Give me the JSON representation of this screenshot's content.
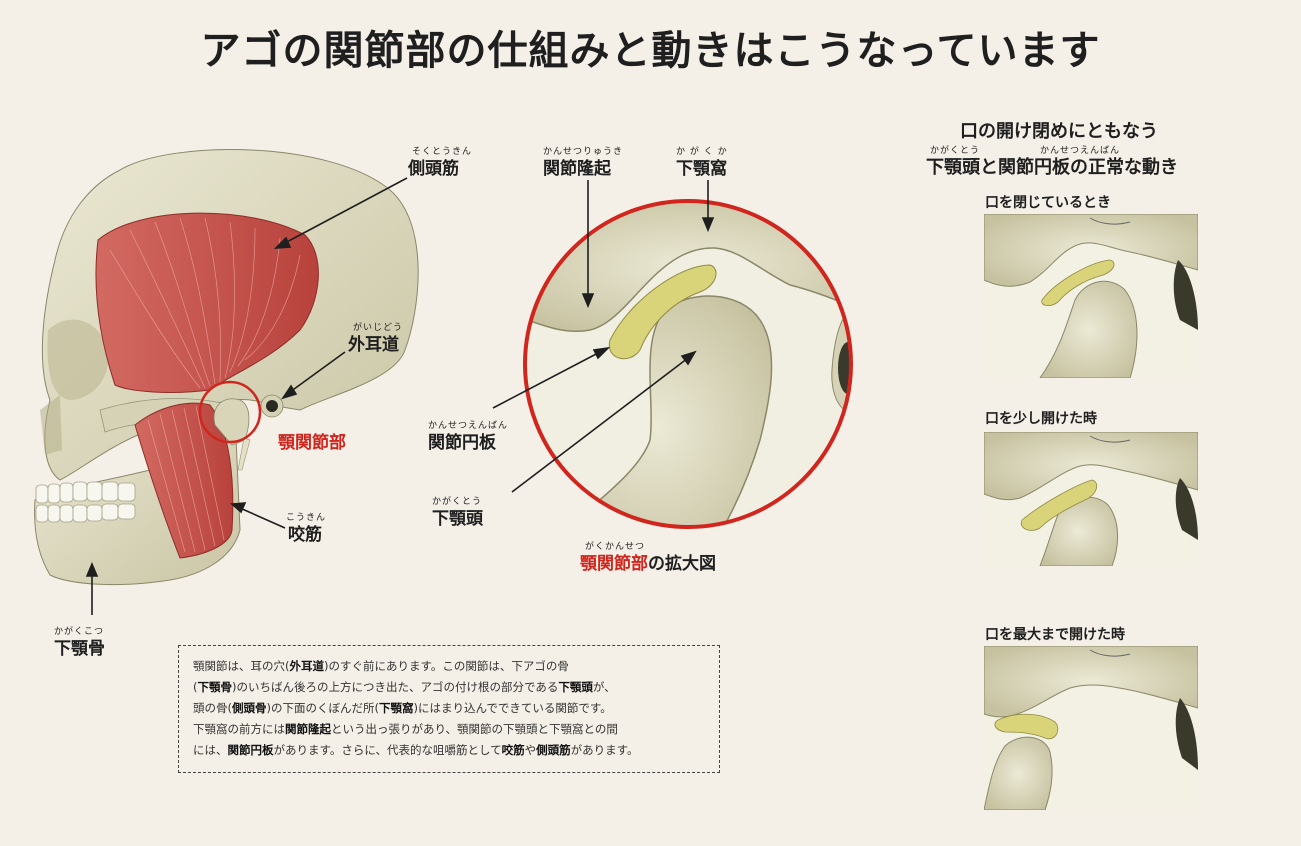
{
  "title": "アゴの関節部の仕組みと動きはこうなっています",
  "skull": {
    "temporal_muscle": {
      "ruby": "そくとうきん",
      "label": "側頭筋"
    },
    "ear_canal": {
      "ruby": "がいじどう",
      "label": "外耳道"
    },
    "tmj": {
      "label": "顎関節部"
    },
    "masseter": {
      "ruby": "こうきん",
      "label": "咬筋"
    },
    "mandible": {
      "ruby": "かがくこつ",
      "label": "下顎骨"
    }
  },
  "enlarged": {
    "eminence": {
      "ruby": "かんせつりゅうき",
      "label": "関節隆起"
    },
    "fossa": {
      "ruby": "か が く か",
      "label": "下顎窩"
    },
    "disc": {
      "ruby": "かんせつえんばん",
      "label": "関節円板"
    },
    "condyle": {
      "ruby": "かがくとう",
      "label": "下顎頭"
    },
    "caption_ruby": "がくかんせつ",
    "caption_red": "顎関節部",
    "caption_rest": "の拡大図"
  },
  "movement": {
    "title_line1": "口の開け閉めにともなう",
    "title_ruby1": "かがくとう",
    "title_ruby2": "かんせつえんばん",
    "title_line2": "下顎頭と関節円板の正常な動き",
    "panels": [
      {
        "caption": "口を閉じているとき"
      },
      {
        "caption": "口を少し開けた時"
      },
      {
        "caption": "口を最大まで開けた時"
      }
    ]
  },
  "info": {
    "line1_a": "顎関節は、耳の穴(",
    "line1_b": "外耳道",
    "line1_c": ")のすぐ前にあります。この関節は、下アゴの骨",
    "line2_a": "(",
    "line2_b": "下顎骨",
    "line2_c": ")のいちばん後ろの上方につき出た、アゴの付け根の部分である",
    "line2_d": "下顎頭",
    "line2_e": "が、",
    "line3_a": "頭の骨(",
    "line3_b": "側頭骨",
    "line3_c": ")の下面のくぼんだ所(",
    "line3_d": "下顎窩",
    "line3_e": ")にはまり込んでできている関節です。",
    "line4_a": "下顎窩の前方には",
    "line4_b": "関節隆起",
    "line4_c": "という出っ張りがあり、顎関節の下顎頭と下顎窩との間",
    "line5_a": "には、",
    "line5_b": "関節円板",
    "line5_c": "があります。さらに、代表的な咀嚼筋として",
    "line5_d": "咬筋",
    "line5_e": "や",
    "line5_f": "側頭筋",
    "line5_g": "があります。"
  },
  "colors": {
    "bone": "#e0dcc4",
    "muscle": "#c9514b",
    "disc": "#d9d47a",
    "accent": "#d0261e"
  }
}
